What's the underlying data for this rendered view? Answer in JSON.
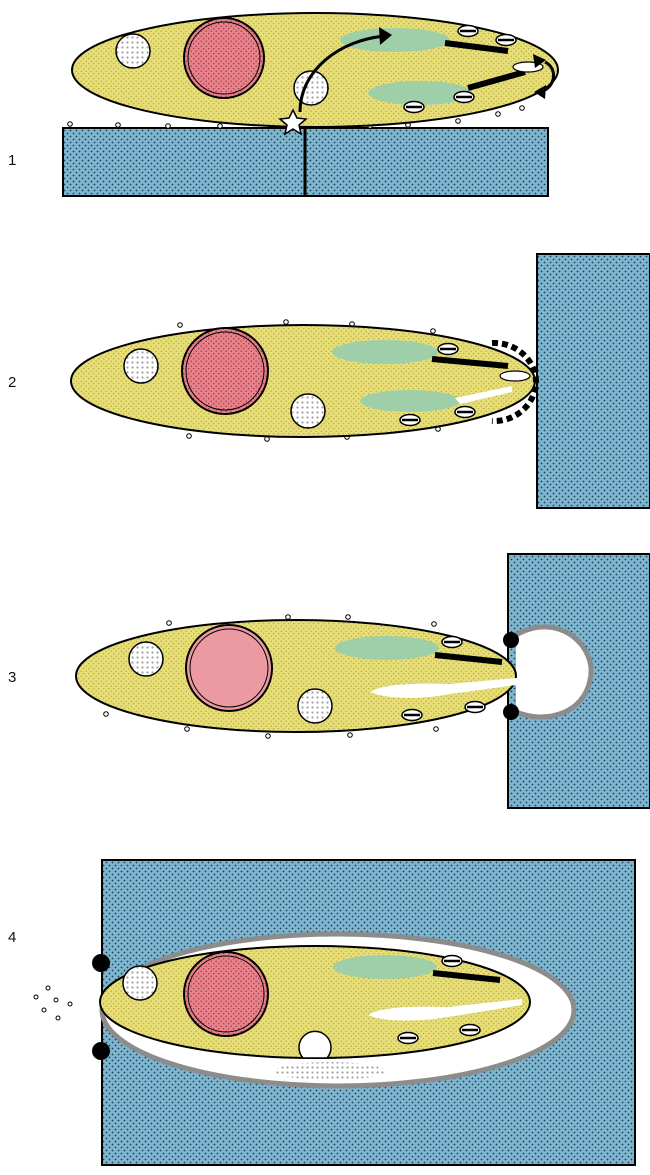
{
  "panels": [
    {
      "number": "1"
    },
    {
      "number": "2"
    },
    {
      "number": "3"
    },
    {
      "number": "4"
    }
  ],
  "colors": {
    "host_cell": "#7fb6cf",
    "parasite_body": "#e7de78",
    "nucleus": "#e9808a",
    "rhoptry": "#9fcfa8",
    "white_organelle": "#ffffff",
    "outline": "#000000",
    "vacuole_membrane": "#8c8c8c"
  },
  "icons": {
    "secretion_marker": "star-icon",
    "rotation_marker": "curved-arrow-icon",
    "translocation_marker": "curved-arrow-icon"
  }
}
